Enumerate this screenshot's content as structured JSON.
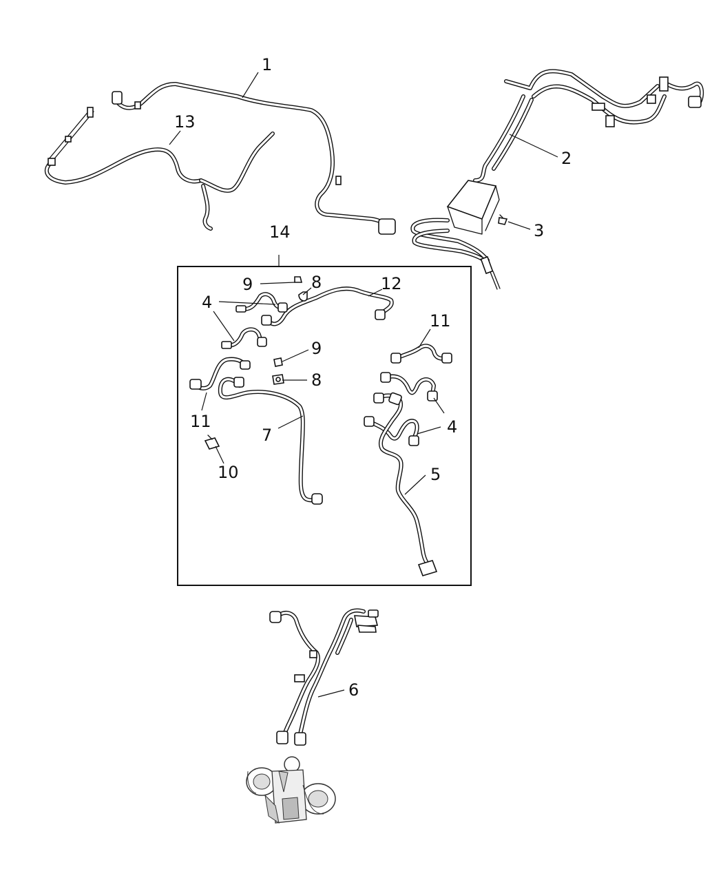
{
  "diagram": {
    "callouts": [
      {
        "id": "c1",
        "text": "1"
      },
      {
        "id": "c2",
        "text": "2"
      },
      {
        "id": "c3",
        "text": "3"
      },
      {
        "id": "c13",
        "text": "13"
      },
      {
        "id": "c14",
        "text": "14"
      },
      {
        "id": "c9a",
        "text": "9"
      },
      {
        "id": "c8a",
        "text": "8"
      },
      {
        "id": "c12",
        "text": "12"
      },
      {
        "id": "c4a",
        "text": "4"
      },
      {
        "id": "c11a",
        "text": "11"
      },
      {
        "id": "c9b",
        "text": "9"
      },
      {
        "id": "c8b",
        "text": "8"
      },
      {
        "id": "c4b",
        "text": "4"
      },
      {
        "id": "c11b",
        "text": "11"
      },
      {
        "id": "c7",
        "text": "7"
      },
      {
        "id": "c10",
        "text": "10"
      },
      {
        "id": "c5",
        "text": "5"
      },
      {
        "id": "c6",
        "text": "6"
      }
    ]
  }
}
